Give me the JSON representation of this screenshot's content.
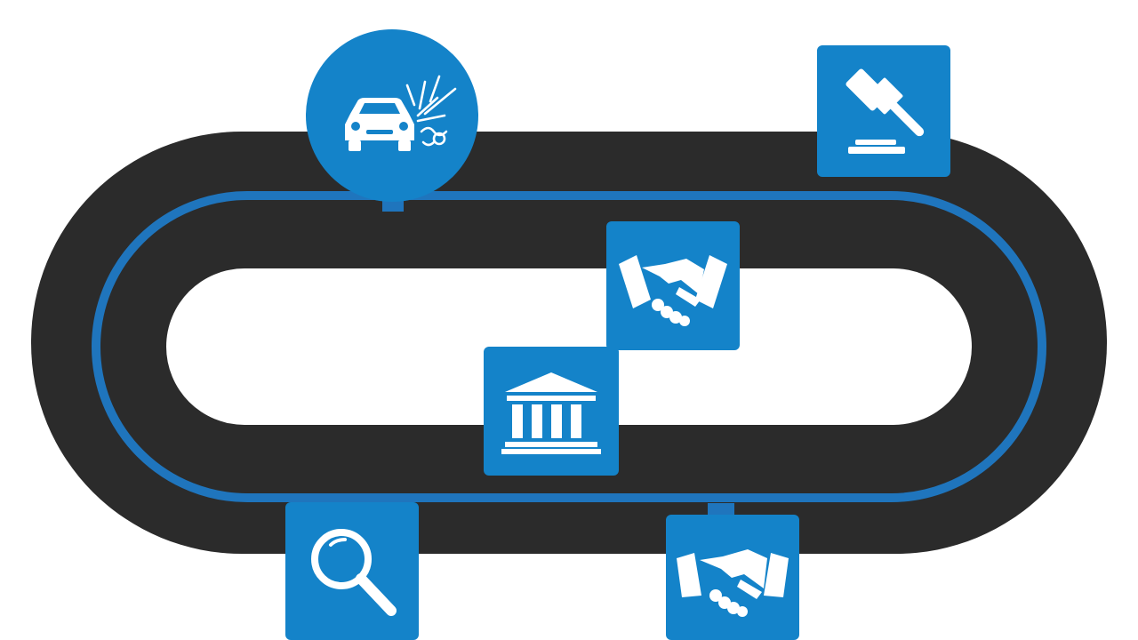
{
  "colors": {
    "track": "#2b2b2b",
    "accent_line": "#1f75bd",
    "tile": "#1483c9",
    "icon": "#ffffff",
    "background": "#ffffff"
  },
  "steps": [
    {
      "id": "accident",
      "icon": "car-crash-icon"
    },
    {
      "id": "investigation",
      "icon": "magnifier-icon"
    },
    {
      "id": "court",
      "icon": "courthouse-icon"
    },
    {
      "id": "negotiation",
      "icon": "handshake-icon"
    },
    {
      "id": "settlement",
      "icon": "handshake-icon"
    },
    {
      "id": "verdict",
      "icon": "gavel-icon"
    }
  ]
}
